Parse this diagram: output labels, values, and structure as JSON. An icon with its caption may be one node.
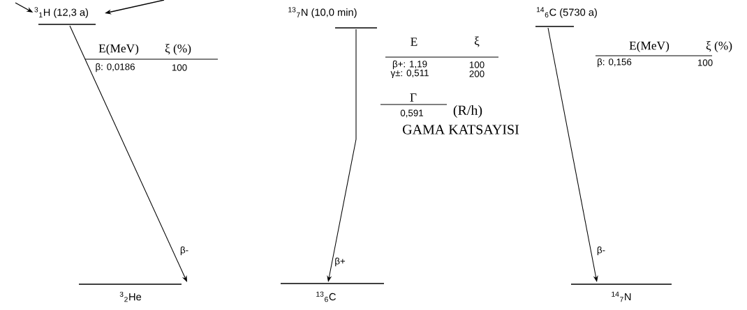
{
  "diagram": {
    "nodes": [
      {
        "text": [
          "$^{3}$$_{1}$H (12,3 a)"
        ]
      },
      {
        "text": [
          "$^{3}$$_{2}$He"
        ]
      },
      {
        "text": [
          "$^{13}$$_{7}$N (10,0 min)"
        ]
      },
      {
        "text": [
          "$^{13}$$_{6}$C"
        ]
      },
      {
        "text": [
          "$^{14}$$_{6}$C (5730 a)"
        ]
      },
      {
        "text": [
          "$^{14}$$_{7}$N"
        ]
      }
    ],
    "edges": [
      {
        "from": 0,
        "to": 1,
        "arrow": "to",
        "label": "β-"
      },
      {
        "from": 2,
        "to": 3,
        "arrow": "to",
        "label": "β+"
      },
      {
        "from": 4,
        "to": 5,
        "arrow": "to",
        "label": "β-"
      },
      {
        "from": null,
        "to": 0,
        "arrow": "to"
      },
      {
        "from": null,
        "to": 0,
        "arrow": "to"
      }
    ],
    "labels": [
      "E(MeV)",
      "ξ (%)",
      "β: 0,0186",
      "100",
      "E",
      "ξ",
      "β+: 1,19",
      "100",
      "γ±: 0,511",
      "200",
      "Γ",
      "0,591",
      "(R/h)",
      "GAMA KATSAYISI",
      "E(MeV)",
      "ξ (%)",
      "β: 0,156",
      "100"
    ]
  }
}
